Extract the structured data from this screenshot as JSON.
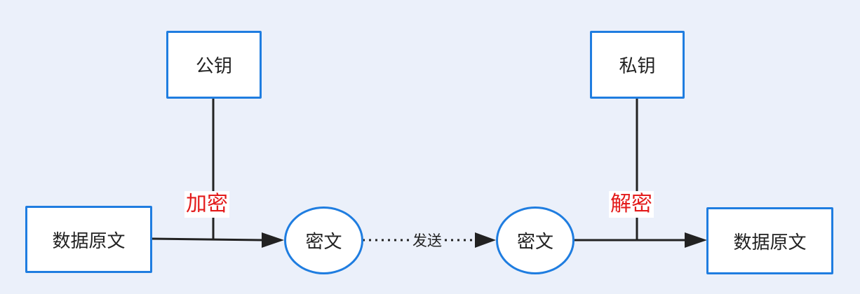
{
  "diagram": {
    "title": "",
    "colors": {
      "background": "#ebf0fa",
      "node_border": "#1f7de0",
      "node_fill": "#ffffff",
      "edge": "#222222",
      "edge_label_red": "#e31b1b"
    },
    "nodes": {
      "public_key": {
        "label": "公钥",
        "shape": "rectangle"
      },
      "private_key": {
        "label": "私钥",
        "shape": "rectangle"
      },
      "plaintext_source": {
        "label": "数据原文",
        "shape": "rectangle"
      },
      "ciphertext_sender": {
        "label": "密文",
        "shape": "ellipse"
      },
      "ciphertext_receiver": {
        "label": "密文",
        "shape": "ellipse"
      },
      "plaintext_result": {
        "label": "数据原文",
        "shape": "rectangle"
      }
    },
    "edges": [
      {
        "from": "plaintext_source",
        "to": "ciphertext_sender",
        "label": "加密",
        "style": "solid",
        "joined_by": "public_key"
      },
      {
        "from": "ciphertext_sender",
        "to": "ciphertext_receiver",
        "label": "发送",
        "style": "dotted"
      },
      {
        "from": "ciphertext_receiver",
        "to": "plaintext_result",
        "label": "解密",
        "style": "solid",
        "joined_by": "private_key"
      }
    ],
    "labels": {
      "encrypt": "加密",
      "send": "发送",
      "decrypt": "解密"
    }
  }
}
